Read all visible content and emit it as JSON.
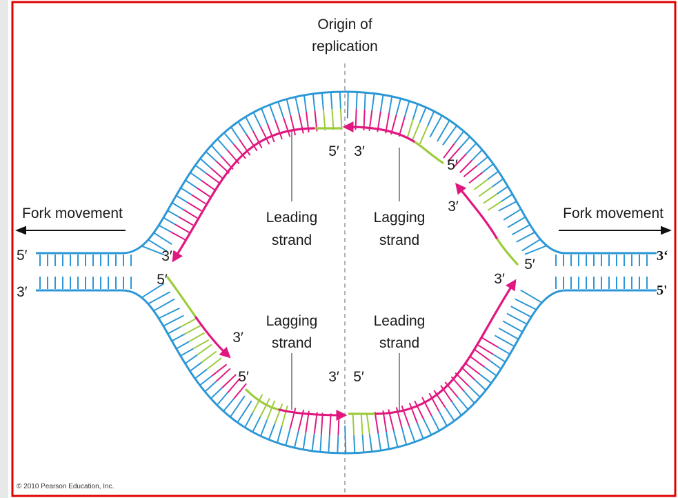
{
  "origin_label": [
    "Origin of",
    "replication"
  ],
  "fork_left": "Fork movement",
  "fork_right": "Fork movement",
  "top": {
    "leading": [
      "Leading",
      "strand"
    ],
    "lagging": [
      "Lagging",
      "strand"
    ]
  },
  "bottom": {
    "lagging": [
      "Lagging",
      "strand"
    ],
    "leading": [
      "Leading",
      "strand"
    ]
  },
  "ends": {
    "five": "5′",
    "three": "3′",
    "right_three": "3‘",
    "right_five": "5'"
  },
  "copyright": "© 2010 Pearson Education, Inc.",
  "colors": {
    "parental": "#2b97d6",
    "new_strand": "#e0177f",
    "primer": "#9ccc3c",
    "border": "#e00000",
    "origin_line": "#888888"
  }
}
